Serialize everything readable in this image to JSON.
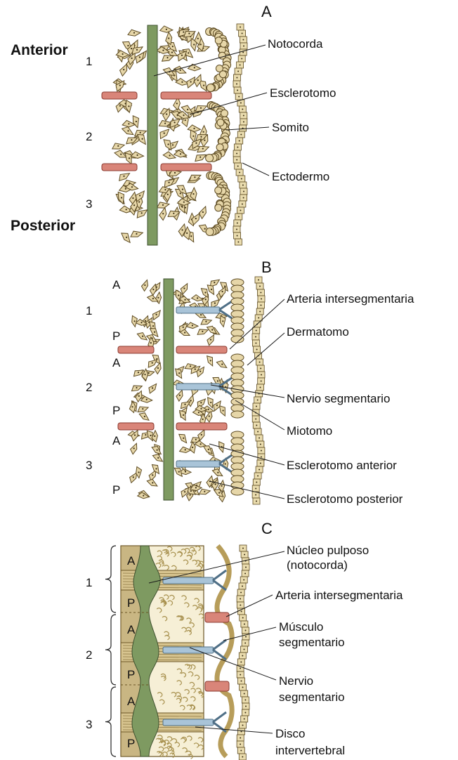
{
  "panels": [
    "A",
    "B",
    "C"
  ],
  "colors": {
    "notochord": "#7e9a61",
    "cell": "#e6d6a8",
    "cell_outline": "#5c4a22",
    "artery": "#d98579",
    "nerve": "#a9c4d8",
    "bone": "#f6efd6",
    "ectoderm": "#eadcae"
  },
  "panel_a": {
    "anterior": "Anterior",
    "posterior": "Posterior",
    "segments": [
      "1",
      "2",
      "3"
    ],
    "labels": {
      "notochord": "Notocorda",
      "sclerotome": "Esclerotomo",
      "somite": "Somito",
      "ectoderm": "Ectodermo"
    }
  },
  "panel_b": {
    "segments": [
      "1",
      "2",
      "3"
    ],
    "halves": [
      "A",
      "P",
      "A",
      "P",
      "A",
      "P"
    ],
    "labels": {
      "artery": "Arteria intersegmentaria",
      "dermatome": "Dermatomo",
      "nerve": "Nervio segmentario",
      "myotome": "Miotomo",
      "sclerotome_anterior": "Esclerotomo anterior",
      "sclerotome_posterior": "Esclerotomo posterior"
    }
  },
  "panel_c": {
    "segments": [
      "1",
      "2",
      "3"
    ],
    "halves": [
      "A",
      "P",
      "A",
      "P",
      "A",
      "P"
    ],
    "labels": {
      "nucleus_line1": "Núcleo pulposo",
      "nucleus_line2": "(notocorda)",
      "artery": "Arteria intersegmentaria",
      "muscle_line1": "Músculo",
      "muscle_line2": "segmentario",
      "nerve_line1": "Nervio",
      "nerve_line2": "segmentario",
      "disc_line1": "Disco",
      "disc_line2": "intervertebral"
    }
  }
}
